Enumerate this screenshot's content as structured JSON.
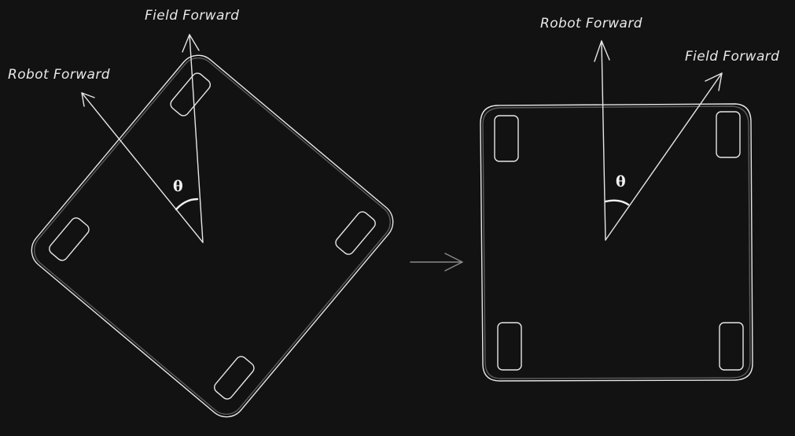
{
  "diagram": {
    "left_panel": {
      "labels": {
        "field_forward": "Field Forward",
        "robot_forward": "Robot Forward",
        "angle": "θ"
      }
    },
    "right_panel": {
      "labels": {
        "robot_forward": "Robot Forward",
        "field_forward": "Field Forward",
        "angle": "θ"
      }
    }
  }
}
